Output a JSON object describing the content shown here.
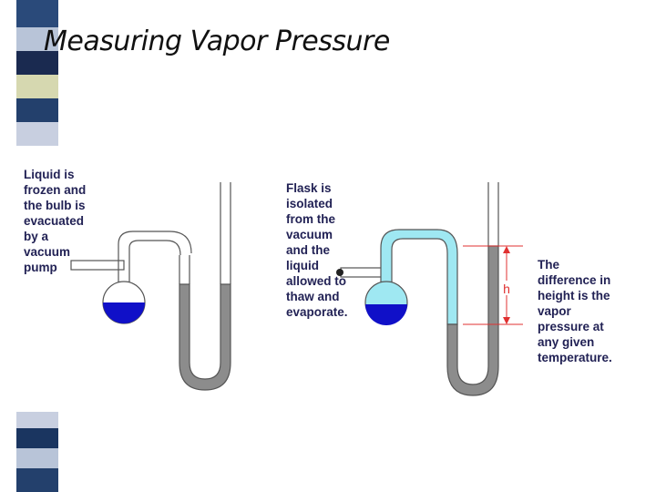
{
  "page": {
    "title": "Measuring Vapor Pressure"
  },
  "diagram": {
    "left_label": [
      "Liquid is",
      "frozen and",
      "the bulb is",
      "evacuated",
      "by a",
      "vacuum",
      "pump"
    ],
    "middle_label": [
      "Flask is",
      "isolated",
      "from the",
      "vacuum",
      "and the",
      "liquid",
      "allowed to",
      "thaw and",
      "evaporate."
    ],
    "right_label": [
      "The",
      "difference in",
      "height is the",
      "vapor",
      "pressure at",
      "any given",
      "temperature."
    ],
    "height_marker": "h",
    "colors": {
      "liquid": "#1010c8",
      "vapor": "#9fe8f2",
      "mercury": "#8c8c8c",
      "arrow": "#e03030",
      "label": "#222255"
    }
  }
}
